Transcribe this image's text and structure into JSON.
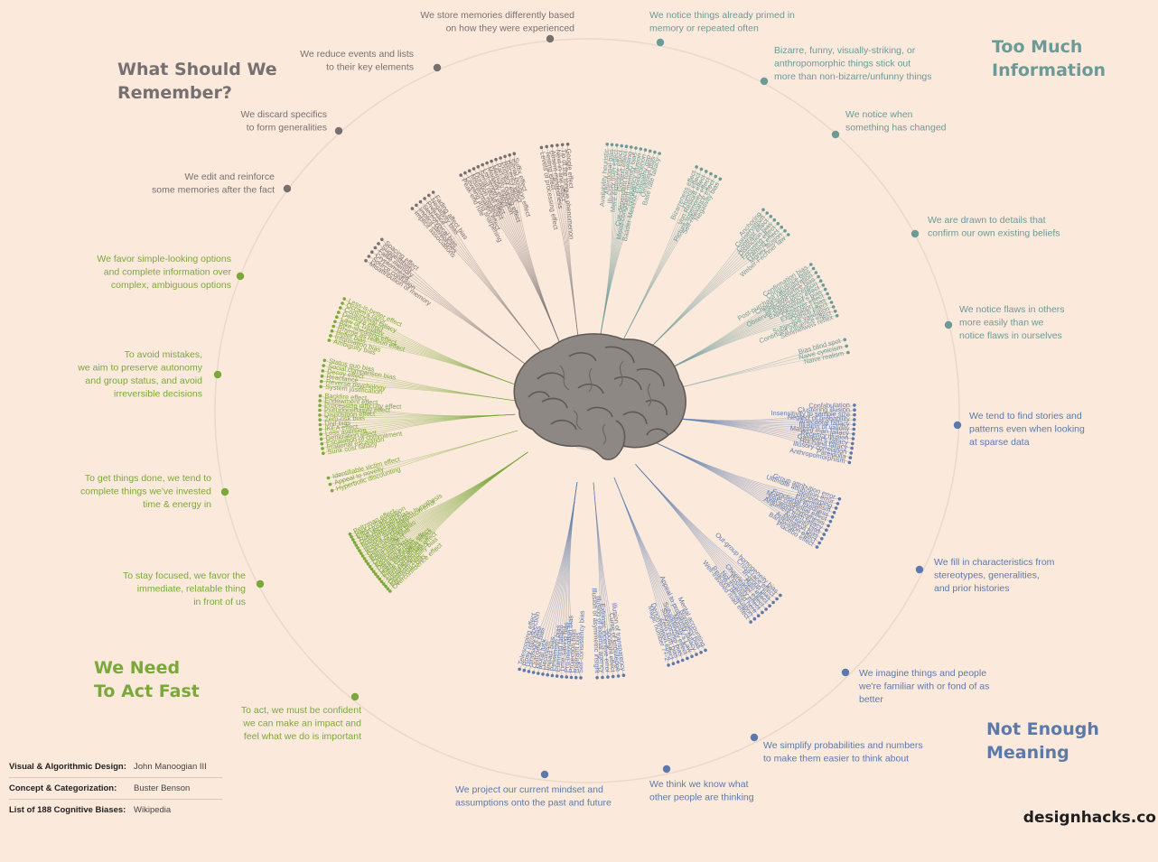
{
  "colors": {
    "background": "#fbe9dc",
    "remember": "#777070",
    "too_much_information": "#6b9a97",
    "not_enough_meaning": "#5b79ab",
    "act_fast": "#7aa83a",
    "brain": "#8a8582"
  },
  "quadrant_titles": {
    "remember": [
      "What Should We",
      "Remember?"
    ],
    "too_much_information": [
      "Too Much",
      "Information"
    ],
    "not_enough_meaning": [
      "Not Enough",
      "Meaning"
    ],
    "act_fast": [
      "We Need",
      "To Act Fast"
    ]
  },
  "center_icon": "brain-icon",
  "categories": [
    {
      "id": "too-much-information",
      "group": "too_much_information",
      "lines": [
        "We notice things already primed in",
        "memory or repeated often"
      ],
      "biases": [
        "Availability heuristic",
        "Attentional bias",
        "Illusory truth effect",
        "Mere exposure effect",
        "Context effect",
        "Cue-dependent forgetting",
        "Mood-congruent memory bias",
        "Frequency illusion",
        "Baader-Meinhof Phenomenon",
        "Empathy gap",
        "Omission bias",
        "Base rate fallacy"
      ]
    },
    {
      "id": "bizarre-stick-out",
      "group": "too_much_information",
      "lines": [
        "Bizarre, funny, visually-striking, or",
        "anthropomorphic things stick out",
        "more than non-bizarre/unfunny things"
      ],
      "biases": [
        "Bizarreness effect",
        "Humor effect",
        "Von Restorff effect",
        "Picture superiority effect",
        "Self-relevance effect",
        "Negativity bias"
      ]
    },
    {
      "id": "notice-change",
      "group": "too_much_information",
      "lines": [
        "We notice when",
        "something has changed"
      ],
      "biases": [
        "Anchoring",
        "Conservatism",
        "Contrast effect",
        "Distinction bias",
        "Focusing effect",
        "Framing effect",
        "Money illusion",
        "Weber-Fechner law"
      ]
    },
    {
      "id": "confirm-beliefs",
      "group": "too_much_information",
      "lines": [
        "We are drawn to details that",
        "confirm our own existing beliefs"
      ],
      "biases": [
        "Confirmation bias",
        "Congruence bias",
        "Post-purchase rationalization",
        "Choice-supportive bias",
        "Selective perception",
        "Observer-expectancy effect",
        "Experimenter's bias",
        "Observer effect",
        "Expectation bias",
        "Ostrich effect",
        "Subjective validation",
        "Continued influence effect",
        "Semmelweis reflex"
      ]
    },
    {
      "id": "flaws-in-others",
      "group": "too_much_information",
      "lines": [
        "We notice flaws in others",
        "more easily than we",
        "notice flaws in ourselves"
      ],
      "biases": [
        "Bias blind spot",
        "Naive cynicism",
        "Naive realism"
      ]
    },
    {
      "id": "stories-patterns",
      "group": "not_enough_meaning",
      "lines": [
        "We tend to find stories and",
        "patterns even when looking",
        "at sparse data"
      ],
      "biases": [
        "Confabulation",
        "Clustering illusion",
        "Insensitivity to sample size",
        "Neglect of probability",
        "Anecdotal fallacy",
        "Illusion of validity",
        "Masked man fallacy",
        "Recency illusion",
        "Gambler's fallacy",
        "Hot-hand fallacy",
        "Illusory correlation",
        "Pareidolia",
        "Anthropomorphism"
      ]
    },
    {
      "id": "fill-characteristics",
      "group": "not_enough_meaning",
      "lines": [
        "We fill in characteristics from",
        "stereotypes, generalities,",
        "and prior histories"
      ],
      "biases": [
        "Group attribution error",
        "Ultimate attribution error",
        "Stereotyping",
        "Essentialism",
        "Functional fixedness",
        "Moral credential effect",
        "Just-world hypothesis",
        "Argument from fallacy",
        "Authority bias",
        "Automation bias",
        "Bandwagon effect",
        "Placebo effect"
      ]
    },
    {
      "id": "imagine-familiar",
      "group": "not_enough_meaning",
      "lines": [
        "We imagine things and people",
        "we're familiar with or fond of as",
        "better"
      ],
      "biases": [
        "Out-group homogeneity bias",
        "Cross-race effect",
        "In-group bias",
        "Halo effect",
        "Cheerleader effect",
        "Positivity effect",
        "Not invented here",
        "Reactive devaluation",
        "Well-traveled road effect"
      ]
    },
    {
      "id": "simplify-numbers",
      "group": "not_enough_meaning",
      "lines": [
        "We simplify probabilities and numbers",
        "to make them easier to think about"
      ],
      "biases": [
        "Mental accounting",
        "Normalcy bias",
        "Appeal to probability fallacy",
        "Murphy's Law",
        "Subadditivity effect",
        "Survivorship bias",
        "Zero sum bias",
        "Denomination effect",
        "Magic number 7+-2"
      ]
    },
    {
      "id": "know-what-others-think",
      "group": "not_enough_meaning",
      "lines": [
        "We think we know what",
        "other people are thinking"
      ],
      "biases": [
        "Illusion of transparency",
        "Curse of knowledge",
        "Spotlight effect",
        "Extrinsic incentive error",
        "Illusion of external agency",
        "Illusion of asymmetric insight"
      ]
    },
    {
      "id": "project-mindset",
      "group": "not_enough_meaning",
      "lines": [
        "We project our current mindset and",
        "assumptions onto the past and future"
      ],
      "biases": [
        "Self-consistency bias",
        "Restraint bias",
        "Projection bias",
        "Pro-innovation bias",
        "Time-saving bias",
        "Planning fallacy",
        "Pessimism bias",
        "Impact bias",
        "Declinism",
        "Moral luck",
        "Outcome bias",
        "Hindsight bias",
        "Rosy retrospection",
        "Telescoping effect"
      ]
    },
    {
      "id": "act-confident",
      "group": "act_fast",
      "lines": [
        "To act, we must be confident",
        "we can make an impact and",
        "feel what we do is important"
      ],
      "biases": [
        "Overconfidence effect",
        "Egocentric bias",
        "Optimism bias",
        "Social desirability bias",
        "Third-person effect",
        "False consensus effect",
        "Hard-easy effect",
        "Lake Wobegone effect",
        "Dunning-Kruger effect",
        "Egocentric bias",
        "Optimism bias",
        "Forer effect",
        "Barnum effect",
        "Self-serving bias",
        "Actor-observer bias",
        "Illusion of control",
        "Illusory superiority",
        "Fundamental attribution error",
        "Defensive attribution hypothesis",
        "Trait ascription bias",
        "Effort justification",
        "Risk compensation",
        "Peltzman effect"
      ]
    },
    {
      "id": "stay-focused",
      "group": "act_fast",
      "lines": [
        "To stay focused, we favor the",
        "immediate, relatable thing",
        "in front of us"
      ],
      "biases": [
        "Hyperbolic discounting",
        "Appeal to novelty",
        "Identifiable victim effect"
      ]
    },
    {
      "id": "get-things-done",
      "group": "act_fast",
      "lines": [
        "To get things done, we tend to",
        "complete things we've invested",
        "time & energy in"
      ],
      "biases": [
        "Sunk cost fallacy",
        "Irrational escalation",
        "Escalation of commitment",
        "Generation effect",
        "Loss aversion",
        "IKEA effect",
        "Unit bias",
        "Zero-risk bias",
        "Disposition effect",
        "Pseudocertainty effect",
        "Processing difficulty effect",
        "Endowment effect",
        "Backfire effect"
      ]
    },
    {
      "id": "avoid-mistakes",
      "group": "act_fast",
      "lines": [
        "To avoid mistakes,",
        "we aim to preserve autonomy",
        "and group status, and avoid",
        "irreversible decisions"
      ],
      "biases": [
        "System justification",
        "Reverse psychology",
        "Reactance",
        "Decoy effect",
        "Social comparison bias",
        "Status quo bias"
      ]
    },
    {
      "id": "simple-options",
      "group": "act_fast",
      "lines": [
        "We favor simple-looking options",
        "and complete information over",
        "complex, ambiguous options"
      ],
      "biases": [
        "Ambiguity bias",
        "Information bias",
        "Belief bias",
        "Rhyme as reason effect",
        "Bike-shedding effect",
        "Law of Triviality",
        "Delmore effect",
        "Conjunction fallacy",
        "Occam's razor",
        "Less-is-better effect"
      ]
    },
    {
      "id": "edit-reinforce",
      "group": "remember",
      "lines": [
        "We edit and reinforce",
        "some memories after the fact"
      ],
      "biases": [
        "Misattribution of memory",
        "Source confusion",
        "Cryptomnesia",
        "False memory",
        "Suggestibility",
        "Spacing effect"
      ]
    },
    {
      "id": "discard-specifics",
      "group": "remember",
      "lines": [
        "We discard specifics",
        "to form generalities"
      ],
      "biases": [
        "Implicit associations",
        "Implicit stereotypes",
        "Stereotypical bias",
        "Prejudice",
        "Negativity bias",
        "Fading affect bias"
      ]
    },
    {
      "id": "reduce-events",
      "group": "remember",
      "lines": [
        "We reduce events and lists",
        "to their key elements"
      ],
      "biases": [
        "Peak-end rule",
        "Leveling and sharpening",
        "Misinformation effect",
        "Duration neglect",
        "Serial recall effect",
        "List-length effect",
        "Modality effect",
        "Memory inhibition",
        "Part-list cueing effect",
        "Primacy effect",
        "Recency effect",
        "Serial position effect",
        "Suffix effect"
      ]
    },
    {
      "id": "store-memories",
      "group": "remember",
      "lines": [
        "We store memories differently based",
        "on how they were experienced"
      ],
      "biases": [
        "Levels of processing effect",
        "Testing effect",
        "Absent-mindedness",
        "Next-in-line effect",
        "Tip of the tongue phenomenon",
        "Google effect"
      ]
    }
  ],
  "credits": [
    {
      "label": "Visual & Algorithmic Design:",
      "value": "John Manoogian III"
    },
    {
      "label": "Concept & Categorization:",
      "value": "Buster Benson"
    },
    {
      "label": "List of 188 Cognitive Biases:",
      "value": "Wikipedia"
    }
  ],
  "brand": "designhacks.co"
}
